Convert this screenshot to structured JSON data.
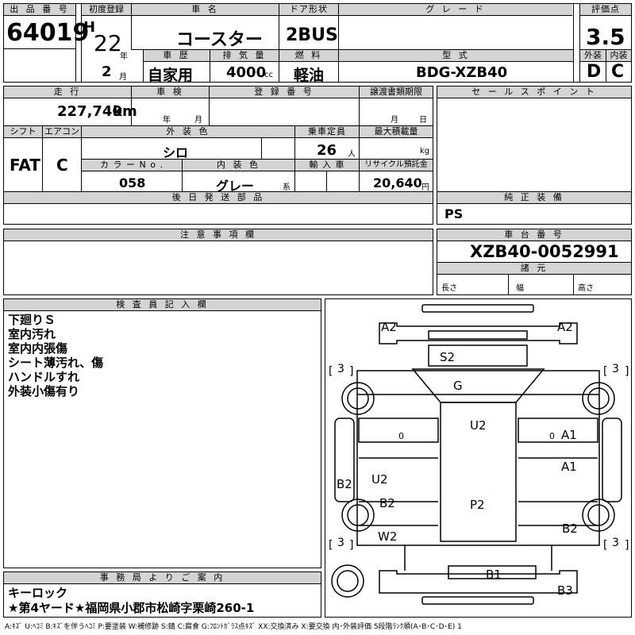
{
  "header": {
    "lot_label": "出 品 番 号",
    "lot_value": "64019",
    "first_reg_label": "初度登録",
    "era": "H",
    "year": "22",
    "year_unit": "年",
    "month": "2",
    "month_unit": "月",
    "car_name_label": "車 名",
    "car_name": "コースター",
    "door_label": "ドア形状",
    "door": "2BUS",
    "grade_label": "グ レ ー ド",
    "grade": "",
    "score_label": "評価点",
    "score": "3.5",
    "history_label": "車 歴",
    "history": "自家用",
    "displacement_label": "排 気 量",
    "displacement": "4000",
    "displacement_unit": "cc",
    "fuel_label": "燃 料",
    "fuel": "軽油",
    "model_label": "型 式",
    "model": "BDG-XZB40",
    "ext_label": "外装",
    "ext": "D",
    "int_label": "内装",
    "int": "C"
  },
  "spec": {
    "mileage_label": "走 行",
    "mileage": "227,740",
    "mileage_unit": "km",
    "inspection_label": "車 検",
    "insp_year": "年",
    "insp_month": "月",
    "regno_label": "登 録 番 号",
    "transfer_label": "譲渡書類期限",
    "transfer_month": "月",
    "transfer_day": "日",
    "shift_label": "シフト",
    "shift": "FAT",
    "ac_label": "エアコン",
    "ac": "C",
    "ext_color_label": "外 装 色",
    "ext_color": "シロ",
    "capacity_label": "乗車定員",
    "capacity": "26",
    "capacity_unit": "人",
    "maxload_label": "最大積載量",
    "maxload_unit": "kg",
    "color_no_label": "カ ラ ー N o .",
    "color_no": "058",
    "int_color_label": "内 装 色",
    "int_color": "グレー",
    "int_color_suffix": "系",
    "import_label": "輸 入 車",
    "recycle_label": "リサイクル預託金",
    "recycle": "20,640",
    "recycle_unit": "円",
    "later_parts_label": "後 日 発 送 部 品"
  },
  "sales_points": {
    "label": "セ ー ル ス ポ イ ン ト"
  },
  "equipment": {
    "label": "純 正 装 備",
    "value": "PS"
  },
  "chassis": {
    "label": "車 台 番 号",
    "value": "XZB40-0052991",
    "dims_label": "諸 元",
    "length": "長さ",
    "width": "幅",
    "height": "高さ"
  },
  "notes": {
    "label": "注 意 事 項 欄"
  },
  "inspector": {
    "label": "検 査 員 記 入 欄",
    "lines": [
      "下廻りＳ",
      "室内汚れ",
      "室内内張傷",
      "シート薄汚れ、傷",
      "ハンドルすれ",
      "外装小傷有り"
    ]
  },
  "office": {
    "label": "事 務 局 よ り ご 案 内",
    "lines": [
      "キーロック",
      "★第4ヤード★福岡県小郡市松崎字栗崎260-1"
    ]
  },
  "diagram": {
    "marks": {
      "a2_left": "A2",
      "a2_right": "A2",
      "s2": "S2",
      "g": "G",
      "u2_top": "U2",
      "a1_upper": "A1",
      "a1_lower": "A1",
      "b2_left": "B2",
      "u2_left": "U2",
      "b2_mid": "B2",
      "p2": "P2",
      "b2_right": "B2",
      "w2": "W2",
      "b1": "B1",
      "b3": "B3",
      "zero_left": "0",
      "zero_right": "0"
    },
    "tires": {
      "fl": "3",
      "fr": "3",
      "rl": "3",
      "rr": "3"
    }
  },
  "legend": "A:ｷｽﾞ  U:ﾍｺﾐ  B:ｷｽﾞを伴うﾍｺﾐ  P:要塗装  W:補修跡  S:錆  C:腐食  G:ﾌﾛﾝﾄｶﾞﾗｽ点ｷｽﾞ  XX:交換済み  X:要交換   内･外装評価  5段階ﾗﾝｸ順(A･B･C･D･E) 1"
}
